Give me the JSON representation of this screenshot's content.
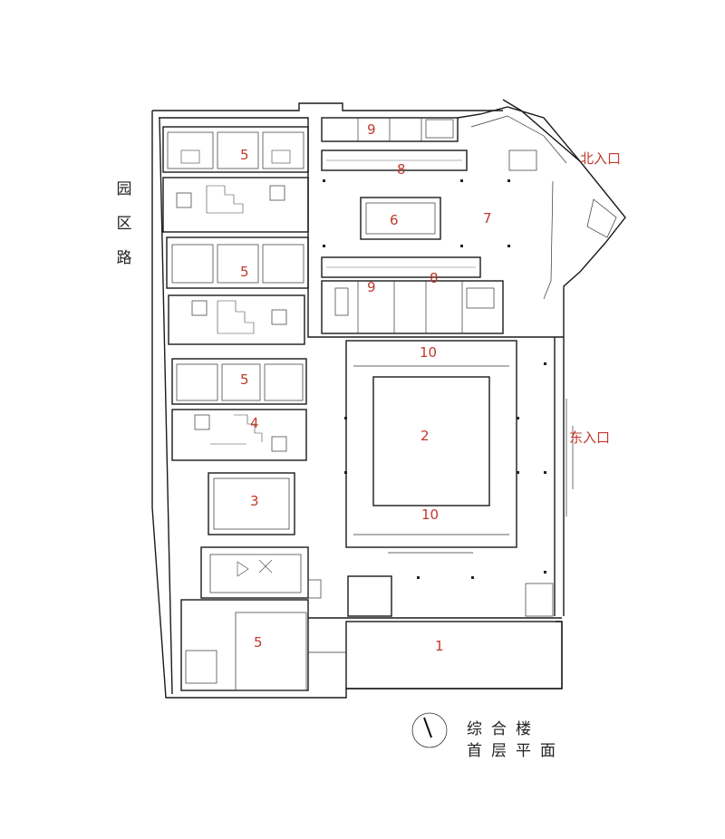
{
  "road_label": [
    "园",
    "区",
    "路"
  ],
  "entrances": {
    "north": "北入口",
    "east": "东入口"
  },
  "caption": {
    "line1": "综合楼",
    "line2": "首层平面"
  },
  "rooms": [
    {
      "num": "1"
    },
    {
      "num": "2"
    },
    {
      "num": "3"
    },
    {
      "num": "4"
    },
    {
      "num": "5"
    },
    {
      "num": "5"
    },
    {
      "num": "5"
    },
    {
      "num": "5"
    },
    {
      "num": "6"
    },
    {
      "num": "7"
    },
    {
      "num": "8"
    },
    {
      "num": "8"
    },
    {
      "num": "9"
    },
    {
      "num": "9"
    },
    {
      "num": "10"
    },
    {
      "num": "10"
    }
  ],
  "colors": {
    "room_label": "#c0392b",
    "line": "#1a1a1a"
  }
}
